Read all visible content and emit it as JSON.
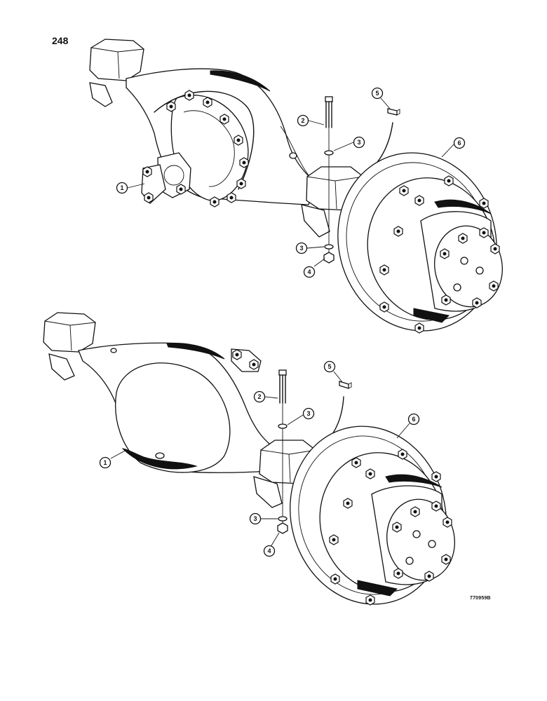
{
  "page_number": "248",
  "drawing_id": "770959B",
  "upper_assembly": {
    "callouts": [
      {
        "ref": "1"
      },
      {
        "ref": "2"
      },
      {
        "ref": "3"
      },
      {
        "ref": "5"
      },
      {
        "ref": "6"
      },
      {
        "ref": "3"
      },
      {
        "ref": "4"
      }
    ]
  },
  "lower_assembly": {
    "callouts": [
      {
        "ref": "5"
      },
      {
        "ref": "6"
      },
      {
        "ref": "2"
      },
      {
        "ref": "3"
      },
      {
        "ref": "1"
      },
      {
        "ref": "3"
      },
      {
        "ref": "4"
      }
    ]
  }
}
